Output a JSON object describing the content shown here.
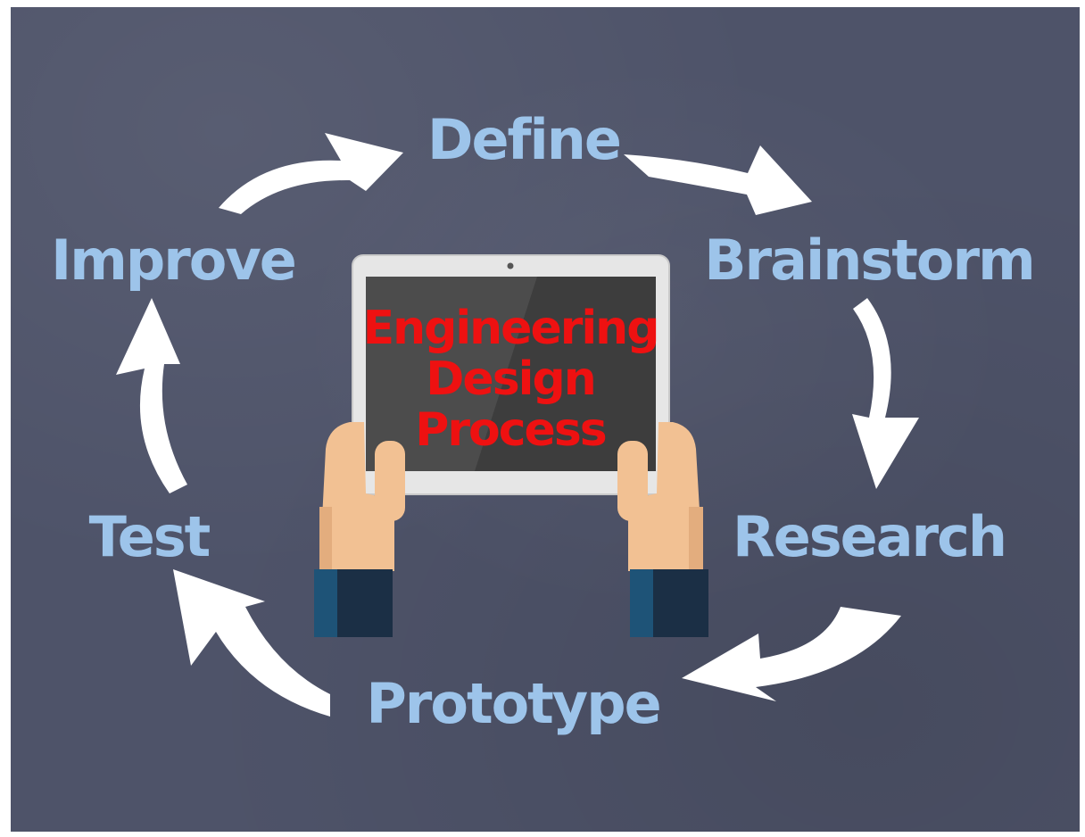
{
  "diagram": {
    "title_lines": [
      "Engineering",
      "Design",
      "Process"
    ],
    "steps": [
      {
        "id": "define",
        "label": "Define"
      },
      {
        "id": "brainstorm",
        "label": "Brainstorm"
      },
      {
        "id": "research",
        "label": "Research"
      },
      {
        "id": "prototype",
        "label": "Prototype"
      },
      {
        "id": "test",
        "label": "Test"
      },
      {
        "id": "improve",
        "label": "Improve"
      }
    ],
    "colors": {
      "background": "#4e5369",
      "step_text": "#9dc4ea",
      "title_text": "#ee1111",
      "arrow": "#ffffff",
      "skin": "#f2c193",
      "sleeve": "#1b2f45"
    }
  }
}
